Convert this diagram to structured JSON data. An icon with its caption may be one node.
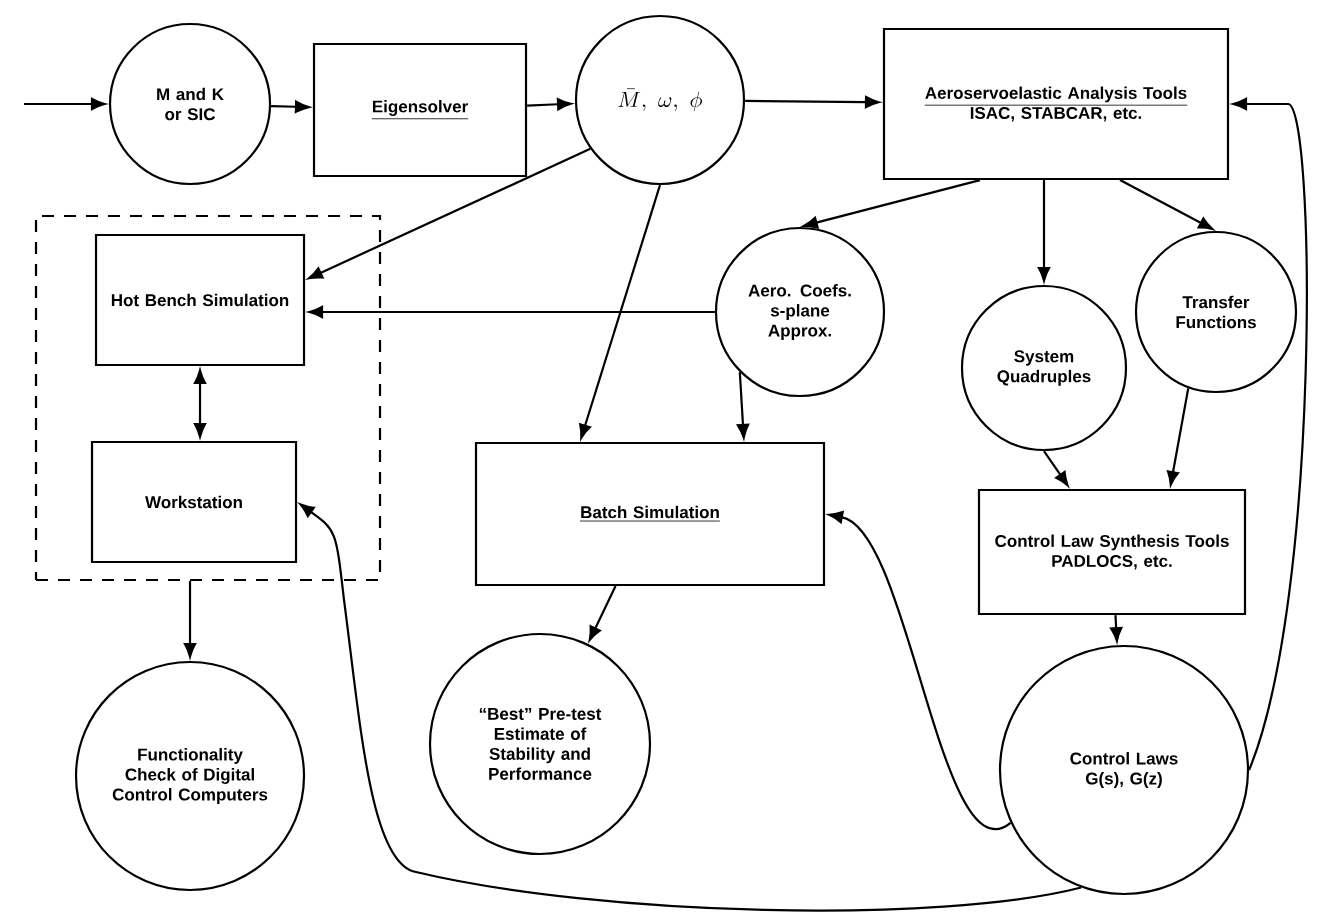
{
  "diagram": {
    "nodes": [
      {
        "text": [
          "M and K or SIC"
        ]
      },
      {
        "text": [
          "Eigensolver"
        ]
      },
      {
        "text": [
          "\\bar{M},\\ \\omega,\\ \\phi"
        ]
      },
      {
        "text": [
          "Aeroservoelastic Analysis Tools",
          "ISAC, STABCAR, etc."
        ]
      },
      {
        "text": [],
        "shape": "box"
      },
      {
        "text": [
          "Hot Bench Simulation"
        ],
        "in": 4
      },
      {
        "text": [
          "Workstation"
        ],
        "in": 4
      },
      {
        "text": [
          "Aero. Coefs. s-plane Approx."
        ]
      },
      {
        "text": [
          "System Quadruples"
        ]
      },
      {
        "text": [
          "Transfer Functions"
        ]
      },
      {
        "text": [
          "Batch Simulation"
        ]
      },
      {
        "text": [
          "Control Law Synthesis Tools",
          "PADLOCS, etc."
        ]
      },
      {
        "text": [
          "Functionality Check of Digital Control Computers"
        ]
      },
      {
        "text": [
          "“Best” Pre-test Estimate of Stability and Performance"
        ]
      },
      {
        "text": [
          "Control Laws G(s), G(z)"
        ]
      }
    ],
    "edges": [
      {
        "from": null,
        "to": 0,
        "arrow": "to"
      },
      {
        "from": 0,
        "to": 1,
        "arrow": "to"
      },
      {
        "from": 1,
        "to": 2,
        "arrow": "to"
      },
      {
        "from": 2,
        "to": 3,
        "arrow": "to"
      },
      {
        "from": 2,
        "to": 5,
        "arrow": "to"
      },
      {
        "from": 2,
        "to": 10,
        "arrow": "to"
      },
      {
        "from": 3,
        "to": 7,
        "arrow": "to"
      },
      {
        "from": 3,
        "to": 8,
        "arrow": "to"
      },
      {
        "from": 3,
        "to": 9,
        "arrow": "to"
      },
      {
        "from": 7,
        "to": 5,
        "arrow": "to"
      },
      {
        "from": 7,
        "to": 10,
        "arrow": "to"
      },
      {
        "from": 8,
        "to": 11,
        "arrow": "to"
      },
      {
        "from": 9,
        "to": 11,
        "arrow": "to"
      },
      {
        "from": 11,
        "to": 14,
        "arrow": "to"
      },
      {
        "from": 14,
        "to": 3,
        "arrow": "to"
      },
      {
        "from": 14,
        "to": 10,
        "arrow": "to"
      },
      {
        "from": 14,
        "to": 6,
        "arrow": "to"
      },
      {
        "from": 5,
        "to": 6,
        "arrow": "both"
      },
      {
        "from": 4,
        "to": 12,
        "arrow": "to"
      },
      {
        "from": 10,
        "to": 13,
        "arrow": "to"
      }
    ]
  }
}
